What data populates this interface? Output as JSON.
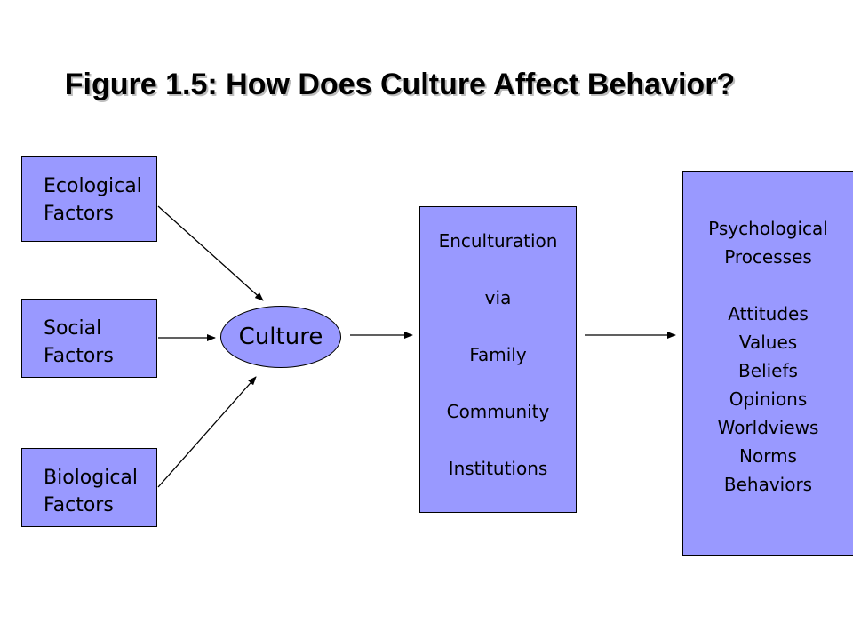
{
  "title": "Figure 1.5: How Does Culture Affect Behavior?",
  "factors": [
    {
      "line1": "Ecological",
      "line2": "Factors"
    },
    {
      "line1": "Social",
      "line2": "Factors"
    },
    {
      "line1": "Biological",
      "line2": "Factors"
    }
  ],
  "culture": {
    "label": "Culture"
  },
  "enculturation": {
    "lines": [
      "Enculturation",
      "via",
      "Family",
      "Community",
      "Institutions"
    ]
  },
  "psychological": {
    "heading": [
      "Psychological",
      "Processes"
    ],
    "items": [
      "Attitudes",
      "Values",
      "Beliefs",
      "Opinions",
      "Worldviews",
      "Norms",
      "Behaviors"
    ]
  },
  "colors": {
    "box_fill": "#9999ff",
    "border": "#000000",
    "title_shadow": "#bdbdbd"
  }
}
